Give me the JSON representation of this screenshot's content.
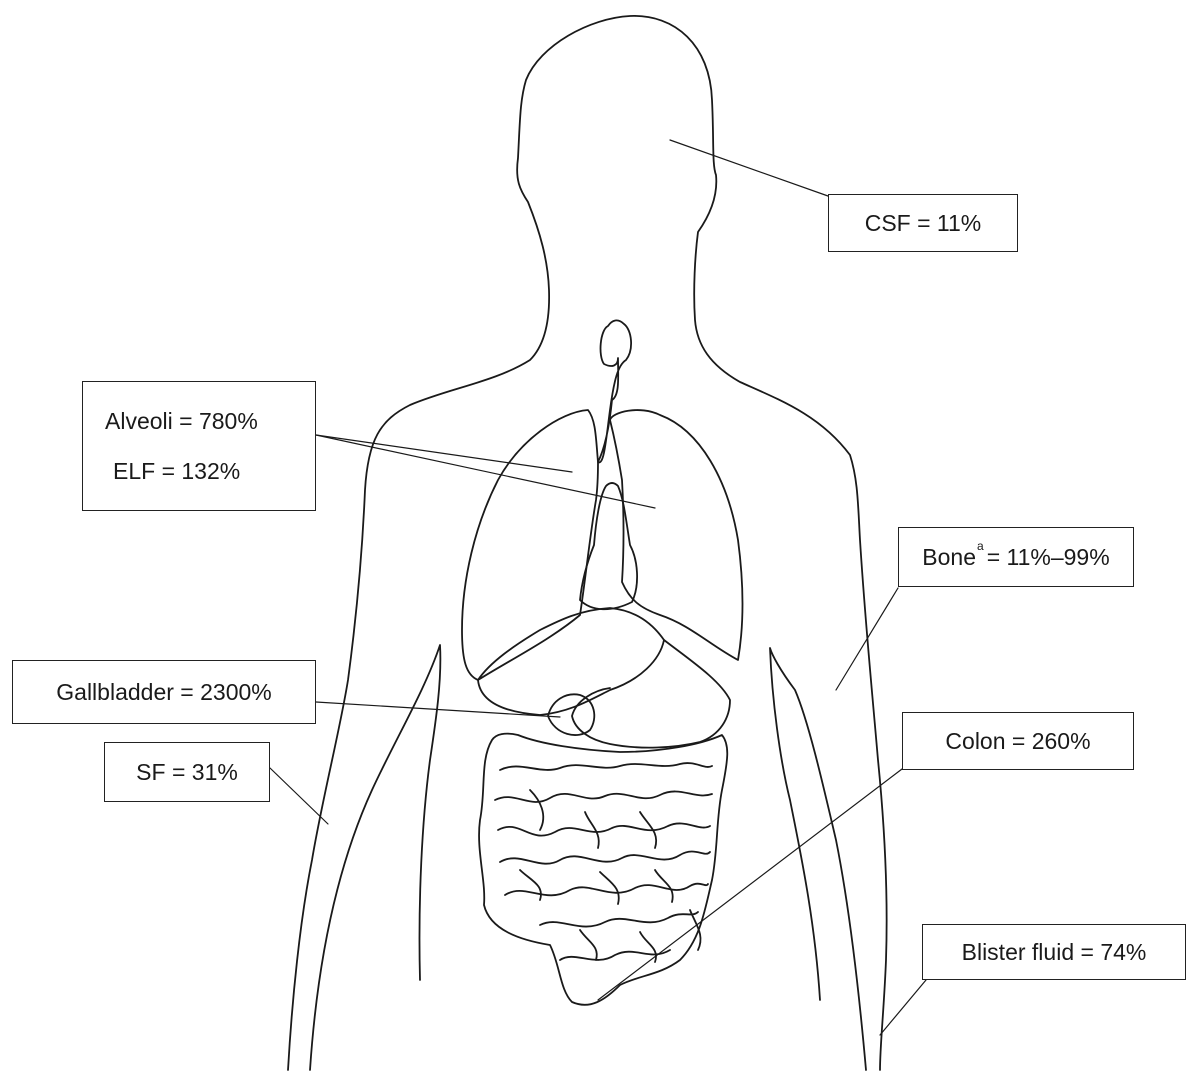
{
  "labels": {
    "csf": "CSF = 11%",
    "alveoli": "Alveoli = 780%",
    "elf": "ELF = 132%",
    "bone_name": "Bone",
    "bone_sup": "a",
    "bone_value": "= 11%–99%",
    "gallbladder": "Gallbladder = 2300%",
    "sf": "SF = 31%",
    "colon": "Colon = 260%",
    "blister": "Blister fluid = 74%"
  },
  "colors": {
    "line": "#1a1a1a",
    "box_border": "#222222",
    "text": "#1a1a1a",
    "background": "#ffffff"
  }
}
